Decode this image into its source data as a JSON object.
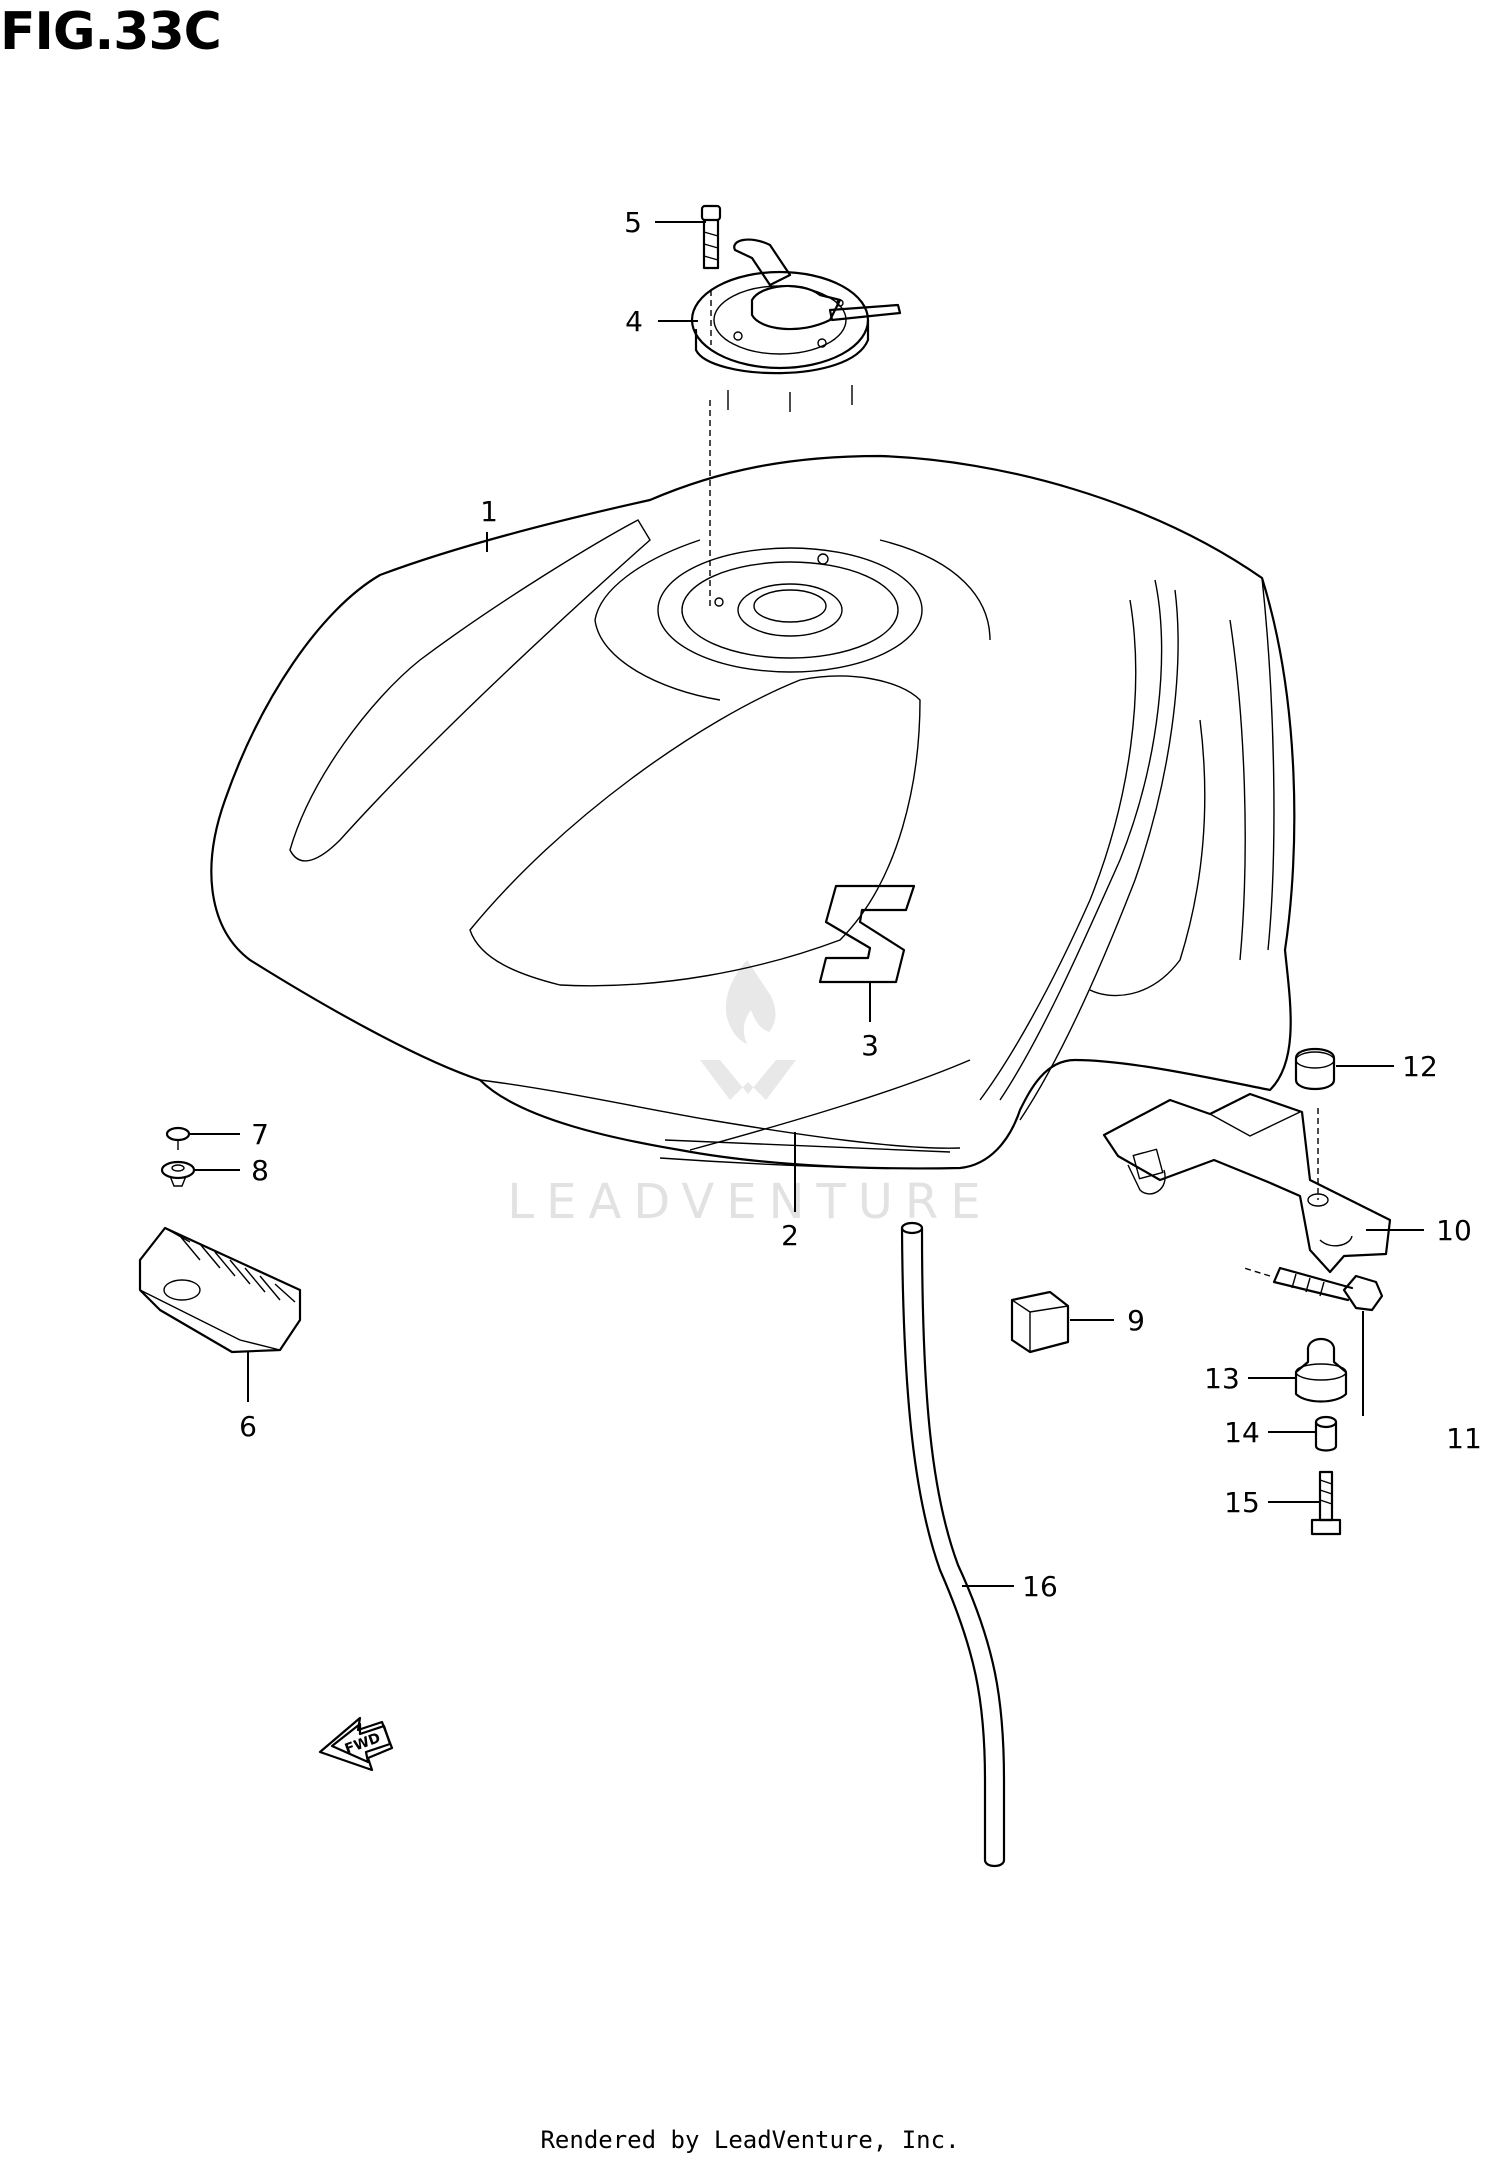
{
  "figure": {
    "title": "FIG.33C"
  },
  "callouts": [
    "1",
    "2",
    "3",
    "4",
    "5",
    "6",
    "7",
    "8",
    "9",
    "10",
    "11",
    "12",
    "13",
    "14",
    "15",
    "16"
  ],
  "fwd_label": "FWD",
  "watermark": "LEADVENTURE",
  "footer": "Rendered by LeadVenture, Inc."
}
